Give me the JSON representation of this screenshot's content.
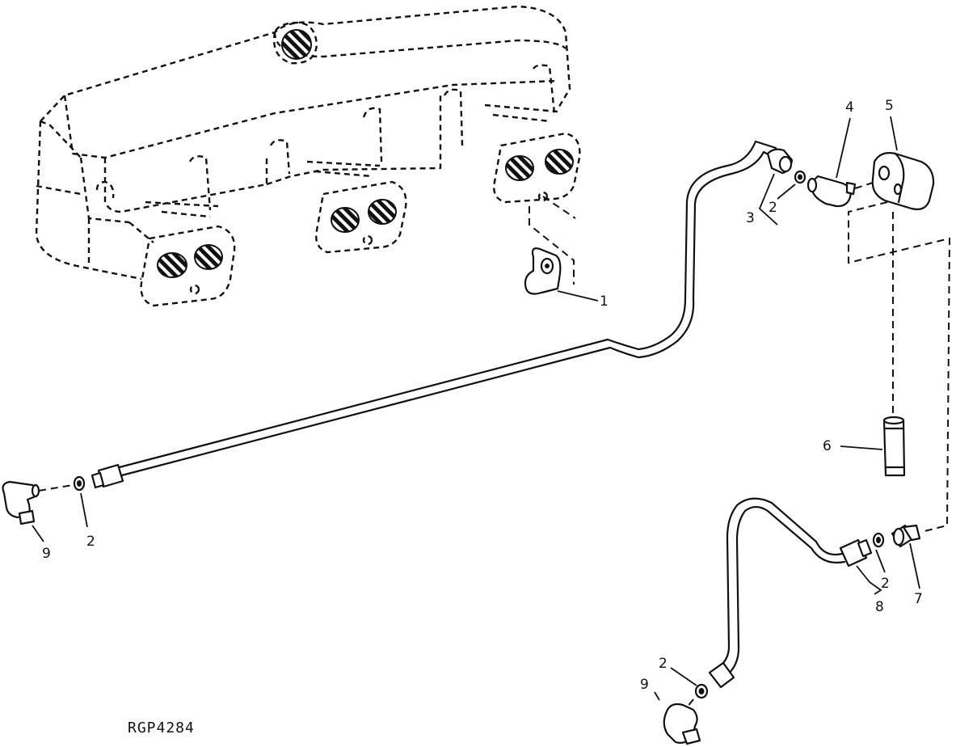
{
  "figure_id": "RGP4284",
  "callouts": [
    {
      "id": "c1",
      "text": "1"
    },
    {
      "id": "c2a",
      "text": "2"
    },
    {
      "id": "c3",
      "text": "3"
    },
    {
      "id": "c4",
      "text": "4"
    },
    {
      "id": "c5",
      "text": "5"
    },
    {
      "id": "c6",
      "text": "6"
    },
    {
      "id": "c2b",
      "text": "2"
    },
    {
      "id": "c9a",
      "text": "9"
    },
    {
      "id": "c2c",
      "text": "2"
    },
    {
      "id": "c7",
      "text": "7"
    },
    {
      "id": "c8",
      "text": "8"
    },
    {
      "id": "c2d",
      "text": "2"
    },
    {
      "id": "c9b",
      "text": "9"
    }
  ]
}
